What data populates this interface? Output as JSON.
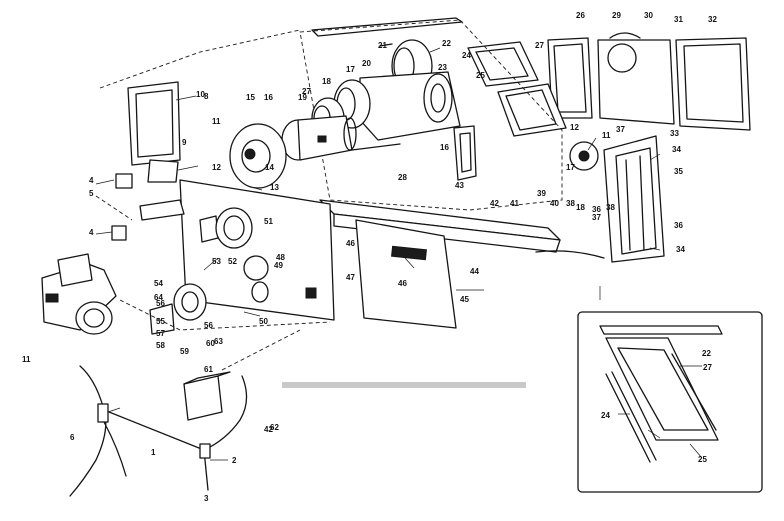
{
  "part_labels": [
    {
      "id": "p1",
      "text": "1"
    },
    {
      "id": "p2",
      "text": "2"
    },
    {
      "id": "p3",
      "text": "3"
    },
    {
      "id": "p4a",
      "text": "4"
    },
    {
      "id": "p4b",
      "text": "4"
    },
    {
      "id": "p5",
      "text": "5"
    },
    {
      "id": "p6",
      "text": "6"
    },
    {
      "id": "p8",
      "text": "8"
    },
    {
      "id": "p9",
      "text": "9"
    },
    {
      "id": "p10",
      "text": "10"
    },
    {
      "id": "p11a",
      "text": "11"
    },
    {
      "id": "p11b",
      "text": "11"
    },
    {
      "id": "p11c",
      "text": "11"
    },
    {
      "id": "p12a",
      "text": "12"
    },
    {
      "id": "p12b",
      "text": "12"
    },
    {
      "id": "p13",
      "text": "13"
    },
    {
      "id": "p14",
      "text": "14"
    },
    {
      "id": "p15",
      "text": "15"
    },
    {
      "id": "p16a",
      "text": "16"
    },
    {
      "id": "p16b",
      "text": "16"
    },
    {
      "id": "p17a",
      "text": "17"
    },
    {
      "id": "p17b",
      "text": "17"
    },
    {
      "id": "p18a",
      "text": "18"
    },
    {
      "id": "p18b",
      "text": "18"
    },
    {
      "id": "p19",
      "text": "19"
    },
    {
      "id": "p20",
      "text": "20"
    },
    {
      "id": "p21",
      "text": "21"
    },
    {
      "id": "p22a",
      "text": "22"
    },
    {
      "id": "p22b",
      "text": "22"
    },
    {
      "id": "p23",
      "text": "23"
    },
    {
      "id": "p24a",
      "text": "24"
    },
    {
      "id": "p24b",
      "text": "24"
    },
    {
      "id": "p25a",
      "text": "25"
    },
    {
      "id": "p25b",
      "text": "25"
    },
    {
      "id": "p26",
      "text": "26"
    },
    {
      "id": "p27a",
      "text": "27"
    },
    {
      "id": "p27b",
      "text": "27"
    },
    {
      "id": "p27c",
      "text": "27"
    },
    {
      "id": "p28",
      "text": "28"
    },
    {
      "id": "p29",
      "text": "29"
    },
    {
      "id": "p30",
      "text": "30"
    },
    {
      "id": "p31",
      "text": "31"
    },
    {
      "id": "p32",
      "text": "32"
    },
    {
      "id": "p33",
      "text": "33"
    },
    {
      "id": "p34a",
      "text": "34"
    },
    {
      "id": "p34b",
      "text": "34"
    },
    {
      "id": "p35",
      "text": "35"
    },
    {
      "id": "p36a",
      "text": "36"
    },
    {
      "id": "p36b",
      "text": "36"
    },
    {
      "id": "p37a",
      "text": "37"
    },
    {
      "id": "p37b",
      "text": "37"
    },
    {
      "id": "p38a",
      "text": "38"
    },
    {
      "id": "p38b",
      "text": "38"
    },
    {
      "id": "p39",
      "text": "39"
    },
    {
      "id": "p40",
      "text": "40"
    },
    {
      "id": "p41",
      "text": "41"
    },
    {
      "id": "p42a",
      "text": "42"
    },
    {
      "id": "p42b",
      "text": "42"
    },
    {
      "id": "p43",
      "text": "43"
    },
    {
      "id": "p44",
      "text": "44"
    },
    {
      "id": "p45",
      "text": "45"
    },
    {
      "id": "p46a",
      "text": "46"
    },
    {
      "id": "p46b",
      "text": "46"
    },
    {
      "id": "p47",
      "text": "47"
    },
    {
      "id": "p48",
      "text": "48"
    },
    {
      "id": "p49",
      "text": "49"
    },
    {
      "id": "p50",
      "text": "50"
    },
    {
      "id": "p51",
      "text": "51"
    },
    {
      "id": "p52",
      "text": "52"
    },
    {
      "id": "p53",
      "text": "53"
    },
    {
      "id": "p54",
      "text": "54"
    },
    {
      "id": "p55",
      "text": "55"
    },
    {
      "id": "p56a",
      "text": "56"
    },
    {
      "id": "p56b",
      "text": "56"
    },
    {
      "id": "p57",
      "text": "57"
    },
    {
      "id": "p58",
      "text": "58"
    },
    {
      "id": "p59",
      "text": "59"
    },
    {
      "id": "p60",
      "text": "60"
    },
    {
      "id": "p61",
      "text": "61"
    },
    {
      "id": "p62",
      "text": "62"
    },
    {
      "id": "p63",
      "text": "63"
    },
    {
      "id": "p64",
      "text": "64"
    }
  ]
}
